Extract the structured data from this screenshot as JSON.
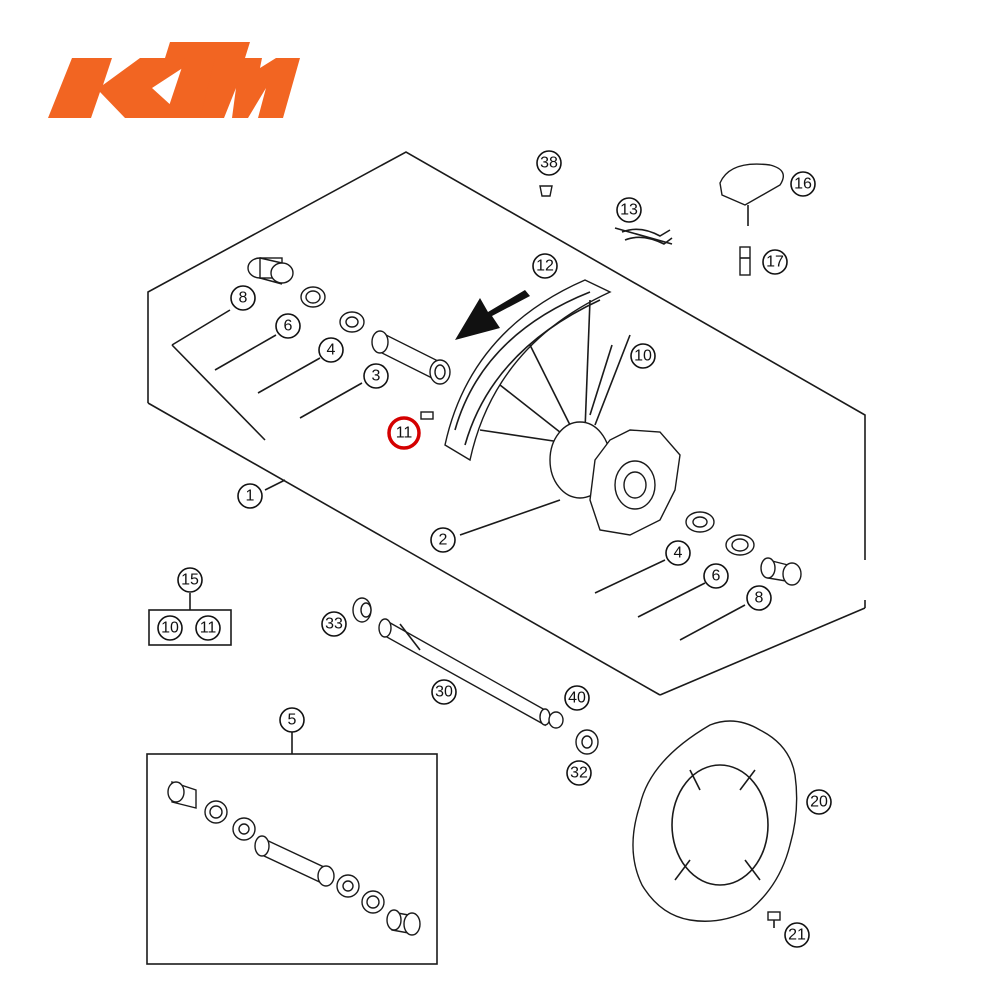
{
  "brand": {
    "logo_text": "KTM",
    "logo_color": "#F26522"
  },
  "highlight_color": "#D40000",
  "callouts": {
    "c38": "38",
    "c16": "16",
    "c13": "13",
    "c17": "17",
    "c12": "12",
    "c8a": "8",
    "c6a": "6",
    "c4a": "4",
    "c3": "3",
    "c10": "10",
    "c11": "11",
    "c1": "1",
    "c2": "2",
    "c4b": "4",
    "c6b": "6",
    "c8b": "8",
    "c15": "15",
    "c15_10": "10",
    "c15_11": "11",
    "c33": "33",
    "c30": "30",
    "c40": "40",
    "c32": "32",
    "c5": "5",
    "c20": "20",
    "c21": "21"
  }
}
